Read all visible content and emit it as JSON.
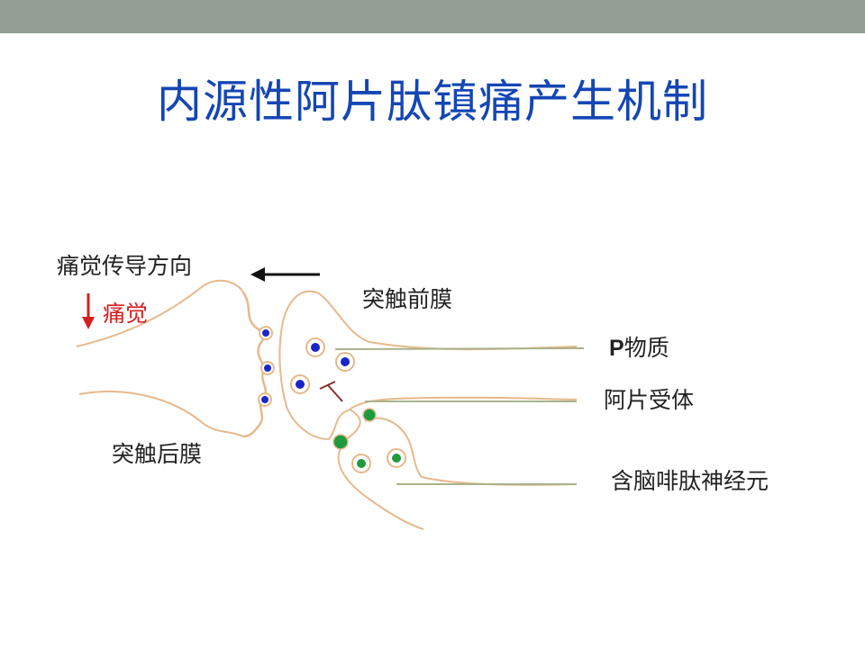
{
  "slide": {
    "title": "内源性阿片肽镇痛产生机制",
    "accent_color": "#1446b4",
    "band_color": "#939e94"
  },
  "labels": {
    "pain_direction": "痛觉传导方向",
    "pain": "痛觉",
    "presynaptic_membrane": "突触前膜",
    "postsynaptic_membrane": "突触后膜",
    "substance_p_letter": "P",
    "substance_p_suffix": "物质",
    "opioid_receptor": "阿片受体",
    "enkephalin_neuron": "含脑啡肽神经元"
  },
  "colors": {
    "pain_arrow": "#d62020",
    "membrane": "#e6b98c",
    "blue_vesicle": "#1a26c8",
    "green_vesicle": "#1f9a3c"
  }
}
